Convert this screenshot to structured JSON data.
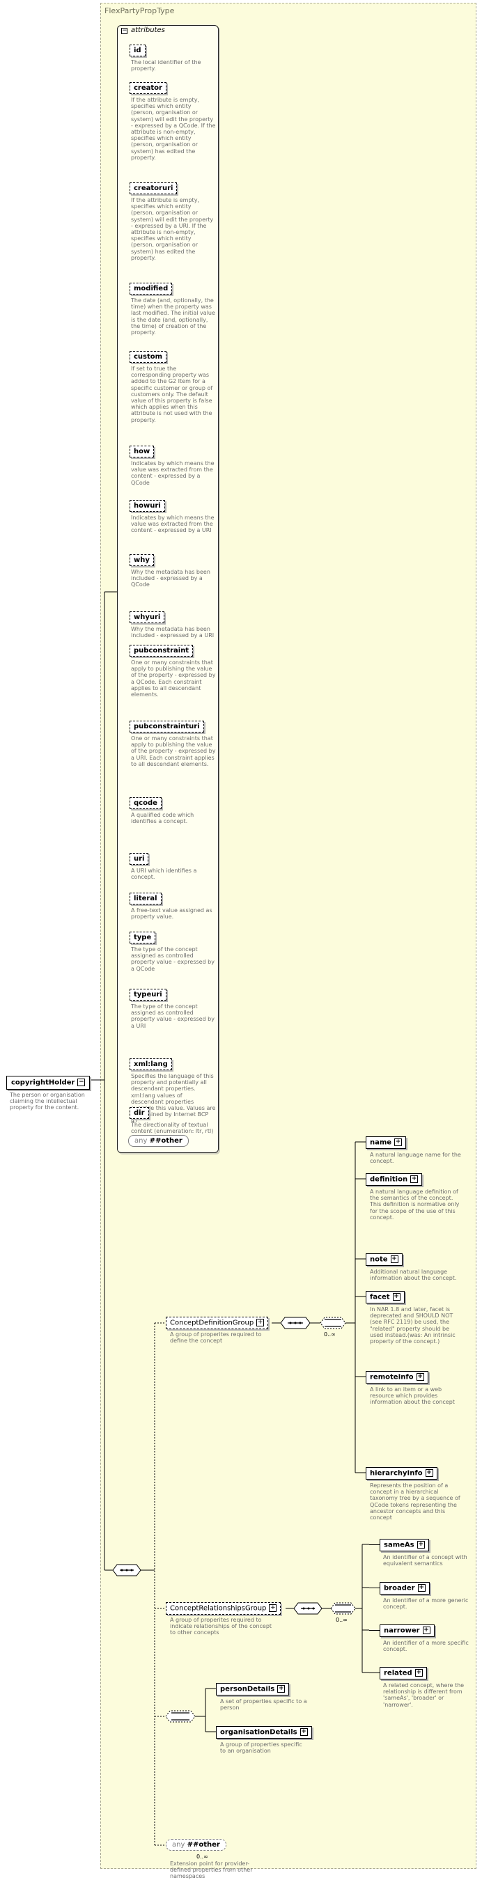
{
  "type_name": "FlexPartyPropType",
  "root": {
    "name": "copyrightHolder",
    "description": "The person or organisation claiming the intellectual property for the content."
  },
  "attributes_label": "attributes",
  "attributes": [
    {
      "name": "id",
      "description": "The local identifier of the property."
    },
    {
      "name": "creator",
      "description": "If the attribute is empty, specifies which entity (person, organisation or system) will edit the property - expressed by a QCode. If the attribute is non-empty, specifies which entity (person, organisation or system) has edited the property."
    },
    {
      "name": "creatoruri",
      "description": "If the attribute is empty, specifies which entity (person, organisation or system) will edit the property - expressed by a URI. If the attribute is non-empty, specifies which entity (person, organisation or system) has edited the property."
    },
    {
      "name": "modified",
      "description": "The date (and, optionally, the time) when the property was last modified. The initial value is the date (and, optionally, the time) of creation of the property."
    },
    {
      "name": "custom",
      "description": "If set to true the corresponding property was added to the G2 Item for a specific customer or group of customers only. The default value of this property is false which applies when this attribute is not used with the property."
    },
    {
      "name": "how",
      "description": "Indicates by which means the value was extracted from the content - expressed by a QCode"
    },
    {
      "name": "howuri",
      "description": "Indicates by which means the value was extracted from the content - expressed by a URI"
    },
    {
      "name": "why",
      "description": "Why the metadata has been included - expressed by a QCode"
    },
    {
      "name": "whyuri",
      "description": "Why the metadata has been included - expressed by a URI"
    },
    {
      "name": "pubconstraint",
      "description": "One or many constraints that apply to publishing the value of the property - expressed by a QCode. Each constraint applies to all descendant elements."
    },
    {
      "name": "pubconstrainturi",
      "description": "One or many constraints that apply to publishing the value of the property - expressed by a URI. Each constraint applies to all descendant elements."
    },
    {
      "name": "qcode",
      "description": "A qualified code which identifies a concept."
    },
    {
      "name": "uri",
      "description": "A URI which identifies a concept."
    },
    {
      "name": "literal",
      "description": "A free-text value assigned as property value."
    },
    {
      "name": "type",
      "description": "The type of the concept assigned as controlled property value - expressed by a QCode"
    },
    {
      "name": "typeuri",
      "description": "The type of the concept assigned as controlled property value - expressed by a URI"
    },
    {
      "name": "xml:lang",
      "description": "Specifies the language of this property and potentially all descendant properties. xml:lang values of descendant properties override this value. Values are determined by Internet BCP 47."
    },
    {
      "name": "dir",
      "description": "The directionality of textual content (enumeration: ltr, rtl)"
    }
  ],
  "any_attr": {
    "prefix": "any",
    "label": "##other"
  },
  "concept_definition_group": {
    "name": "ConceptDefinitionGroup",
    "description": "A group of properites required to define the concept",
    "occurrence": "0..∞",
    "children": [
      {
        "name": "name",
        "description": "A natural language name for the concept."
      },
      {
        "name": "definition",
        "description": "A natural language definition of the semantics of the concept. This definition is normative only for the scope of the use of this concept."
      },
      {
        "name": "note",
        "description": "Additional natural language information about the concept."
      },
      {
        "name": "facet",
        "description": "In NAR 1.8 and later, facet is deprecated and SHOULD NOT (see RFC 2119) be used, the \"related\" property should be used instead.(was: An intrinsic property of the concept.)"
      },
      {
        "name": "remoteInfo",
        "description": "A link to an item or a web resource which provides information about the concept"
      },
      {
        "name": "hierarchyInfo",
        "description": "Represents the position of a concept in a hierarchical taxonomy tree by a sequence of QCode tokens representing the ancestor concepts and this concept"
      }
    ]
  },
  "concept_relationships_group": {
    "name": "ConceptRelationshipsGroup",
    "description": "A group of properites required to indicate relationships of the concept to other concepts",
    "occurrence": "0..∞",
    "children": [
      {
        "name": "sameAs",
        "description": "An identifier of a concept with equivalent semantics"
      },
      {
        "name": "broader",
        "description": "An identifier of a more generic concept."
      },
      {
        "name": "narrower",
        "description": "An identifier of a more specific concept."
      },
      {
        "name": "related",
        "description": "A related concept, where the relationship is different from 'sameAs', 'broader' or 'narrower'."
      }
    ]
  },
  "choice_children": [
    {
      "name": "personDetails",
      "description": "A set of properties specific to a person"
    },
    {
      "name": "organisationDetails",
      "description": "A group of properties specific to an organisation"
    }
  ],
  "any_element": {
    "prefix": "any",
    "label": "##other",
    "occurrence": "0..∞",
    "description": "Extension point for provider-defined properties from other namespaces"
  }
}
